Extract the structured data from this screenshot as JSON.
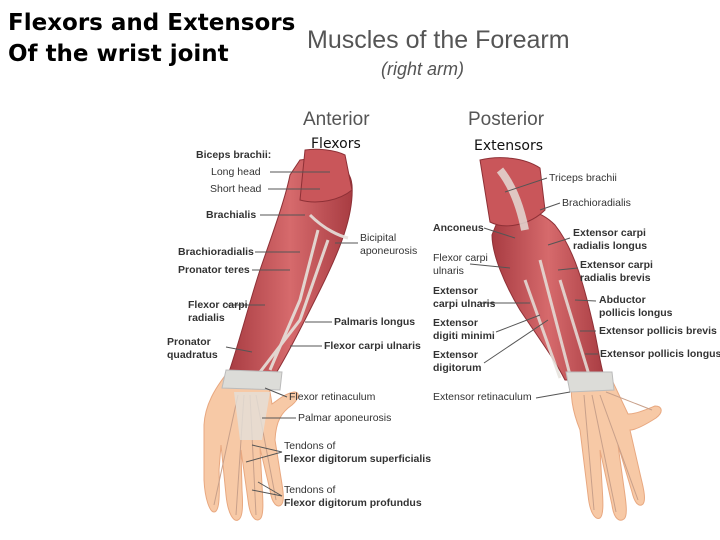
{
  "slide": {
    "title_line1": "Flexors and Extensors",
    "title_line2": "Of the wrist joint"
  },
  "figure": {
    "title": "Muscles of the Forearm",
    "subtitle": "(right arm)"
  },
  "anterior": {
    "heading": "Anterior",
    "group": "Flexors",
    "labels": {
      "biceps": "Biceps brachii:",
      "long_head": "Long head",
      "short_head": "Short head",
      "brachialis": "Brachialis",
      "brachioradialis": "Brachioradialis",
      "pronator_teres": "Pronator teres",
      "fcr_1": "Flexor carpi",
      "fcr_2": "radialis",
      "pq_1": "Pronator",
      "pq_2": "quadratus",
      "bicipital_1": "Bicipital",
      "bicipital_2": "aponeurosis",
      "palmaris": "Palmaris longus",
      "fcu": "Flexor carpi ulnaris",
      "retinaculum": "Flexor retinaculum",
      "palmar_apo": "Palmar aponeurosis",
      "fds_1": "Tendons of",
      "fds_2": "Flexor digitorum superficialis",
      "fdp_1": "Tendons of",
      "fdp_2": "Flexor digitorum profundus"
    }
  },
  "posterior": {
    "heading": "Posterior",
    "group": "Extensors",
    "labels": {
      "triceps": "Triceps brachii",
      "brachioradialis": "Brachioradialis",
      "anconeus": "Anconeus",
      "fcu_1": "Flexor carpi",
      "fcu_2": "ulnaris",
      "ecrl_1": "Extensor carpi",
      "ecrl_2": "radialis longus",
      "ecrb_1": "Extensor carpi",
      "ecrb_2": "radialis brevis",
      "ecu_1": "Extensor",
      "ecu_2": "carpi ulnaris",
      "edm_1": "Extensor",
      "edm_2": "digiti minimi",
      "ed_1": "Extensor",
      "ed_2": "digitorum",
      "apl_1": "Abductor",
      "apl_2": "pollicis longus",
      "epb": "Extensor pollicis brevis",
      "epl": "Extensor pollicis longus",
      "retinaculum": "Extensor retinaculum"
    }
  },
  "colors": {
    "muscle": "#c9565a",
    "muscle_dark": "#a83c42",
    "tendon": "#dcdcd8",
    "skin": "#f7c9a6",
    "skin_edge": "#e8a880",
    "leader": "#555555"
  }
}
